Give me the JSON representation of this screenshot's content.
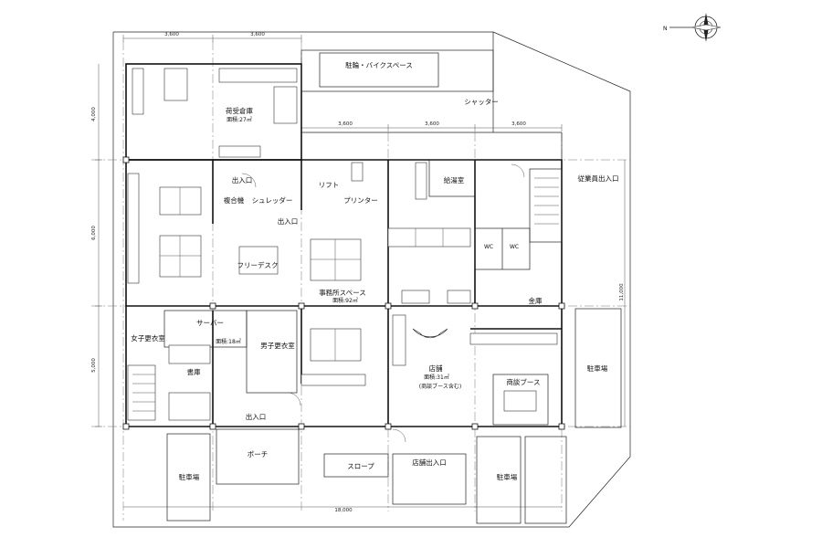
{
  "rooms": {
    "bike_space": "駐輪・バイクスペース",
    "shutter": "シャッター",
    "storage": "荷受倉庫",
    "storage_area": "面積:27㎡",
    "entrance_1": "出入口",
    "copier": "複合機",
    "shredder": "シュレッダー",
    "lift": "リフト",
    "printer": "プリンター",
    "kitchen": "給湯室",
    "staff_entrance": "従業員出入口",
    "entrance_2": "出入口",
    "free_desk": "フリーデスク",
    "office": "事務所スペース",
    "office_area": "面積:92㎡",
    "wc1": "WC",
    "wc2": "WC",
    "safe": "金庫",
    "server": "サーバー",
    "server_area": "面積:18㎡",
    "female_locker": "女子更衣室",
    "male_locker": "男子更衣室",
    "library": "書庫",
    "shop": "店舗",
    "shop_area": "面積:31㎡",
    "shop_note": "(商談ブース含む)",
    "meeting_booth": "商談ブース",
    "parking_right": "駐車場",
    "entrance_3": "出入口",
    "porch": "ポーチ",
    "slope": "スロープ",
    "shop_entrance": "店舗出入口",
    "parking_left": "駐車場",
    "parking_bottom_right": "駐車場"
  },
  "dimensions": {
    "top_1": "3,600",
    "top_2": "3,600",
    "mid_1": "3,600",
    "mid_2": "3,600",
    "mid_3": "3,600",
    "left_1": "4,000",
    "left_2": "6,000",
    "left_3": "5,000",
    "right_total": "11,000",
    "bottom_total": "18,000"
  },
  "compass": {
    "north_label": "N"
  }
}
